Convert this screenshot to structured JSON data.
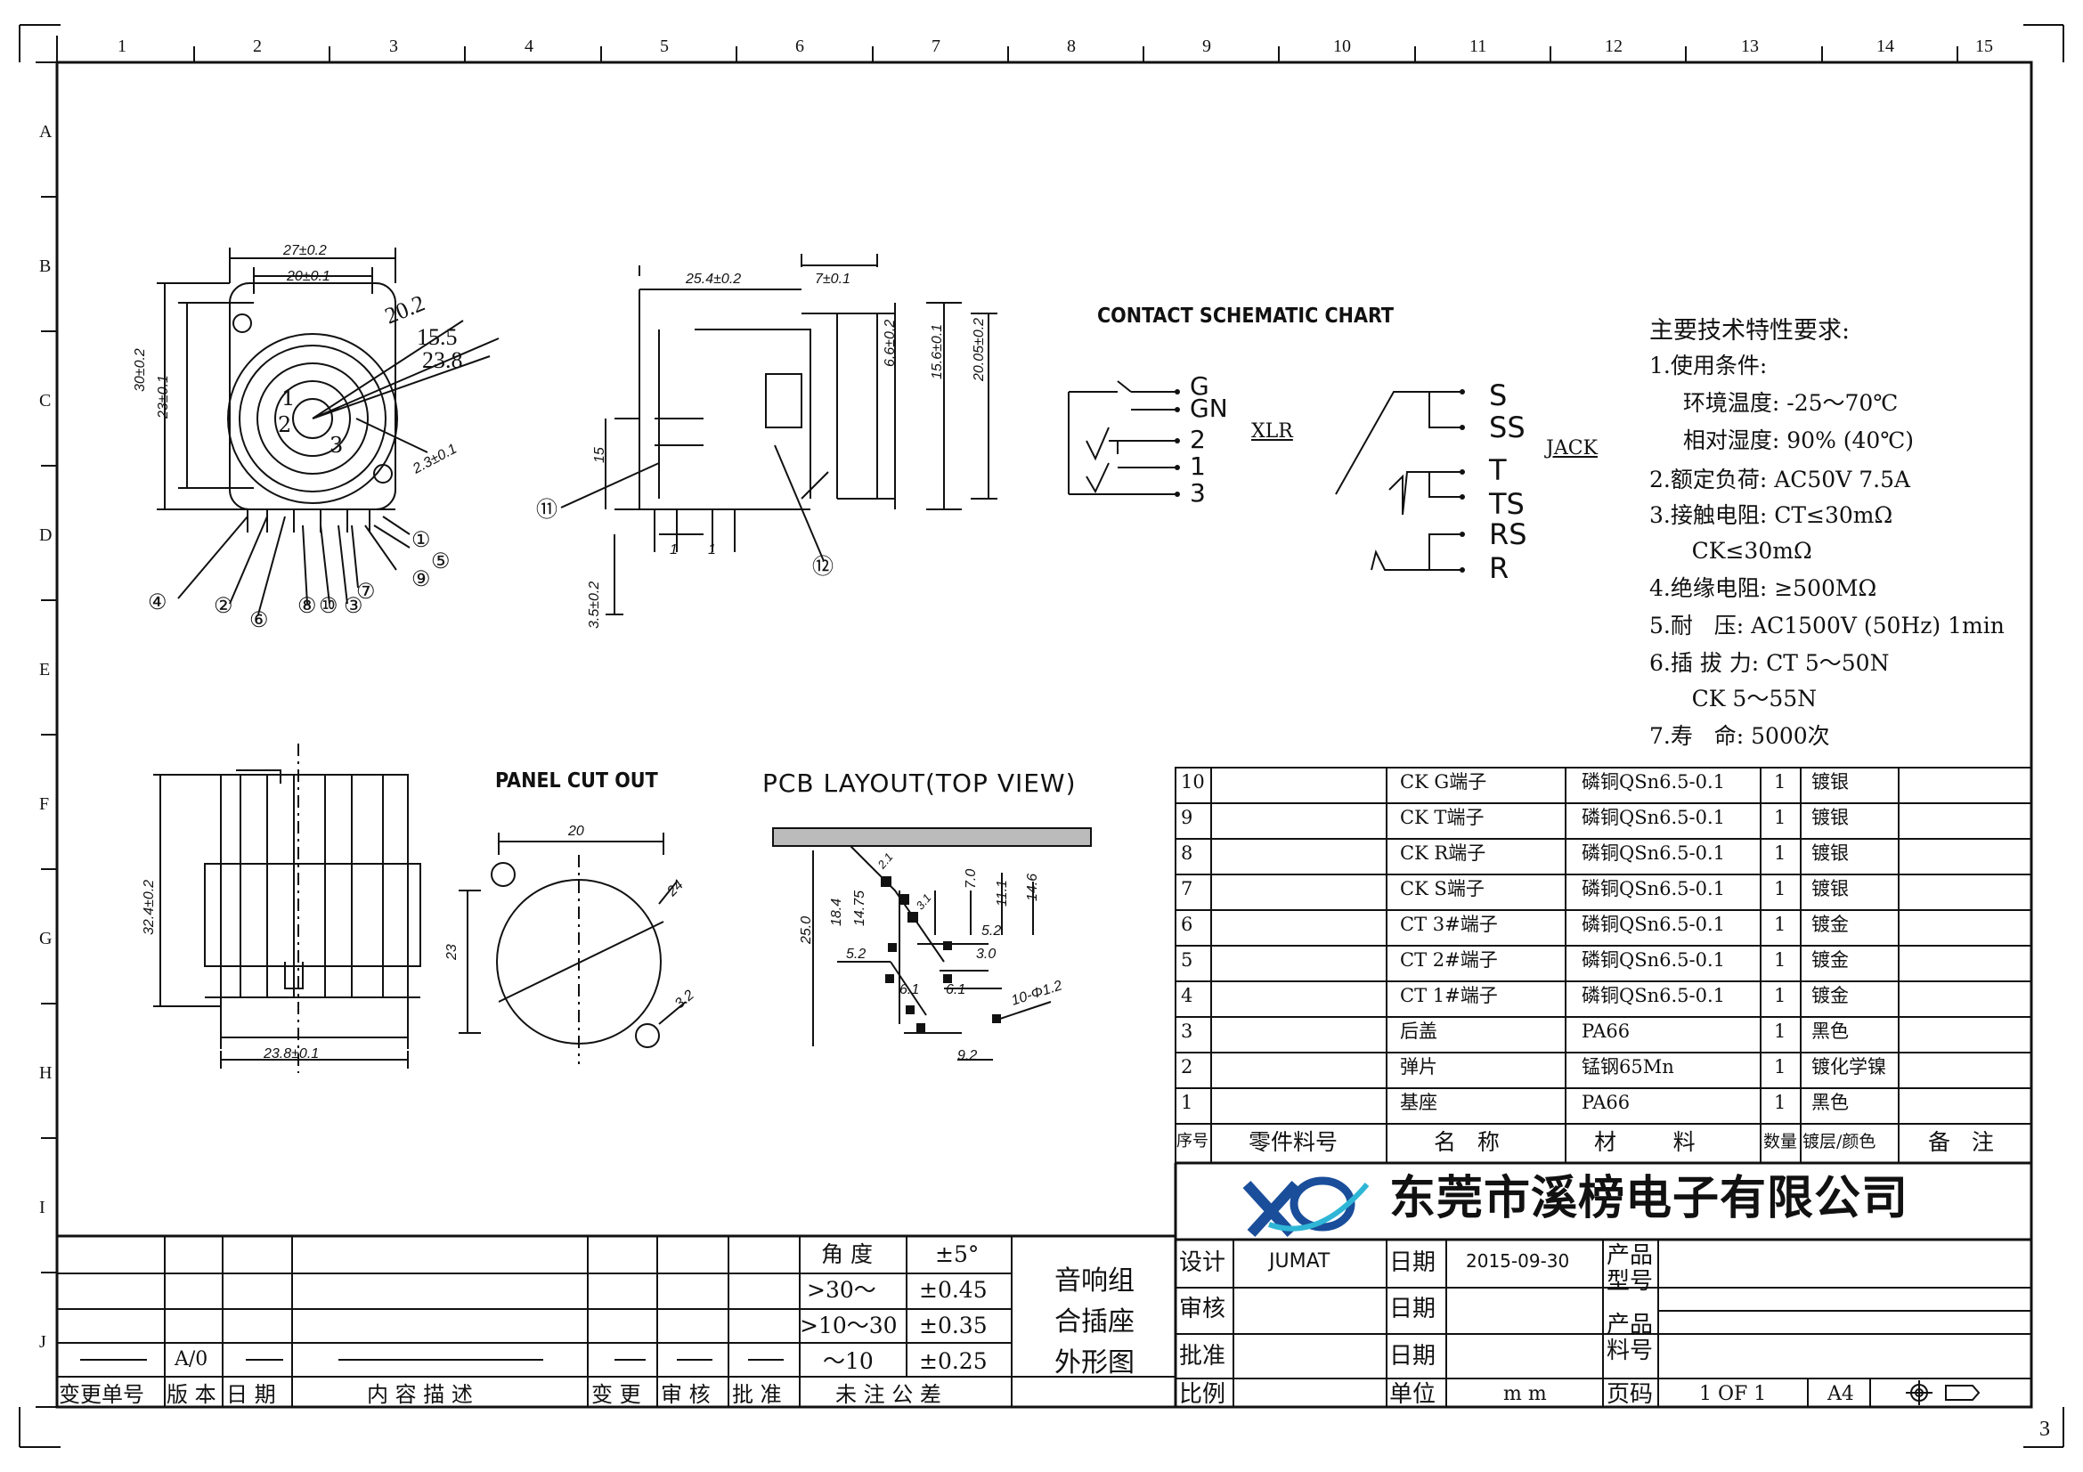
{
  "frame": {
    "columns": [
      "1",
      "2",
      "3",
      "4",
      "5",
      "6",
      "7",
      "8",
      "9",
      "10",
      "11",
      "12",
      "13",
      "14",
      "15"
    ],
    "rows": [
      "A",
      "B",
      "C",
      "D",
      "E",
      "F",
      "G",
      "H",
      "I",
      "J"
    ],
    "sheet_index": "3"
  },
  "front_view": {
    "dims": [
      "27±0.2",
      "20±0.1",
      "30±0.2",
      "23±0.1",
      "20.2",
      "15.5",
      "23.8",
      "2.3±0.1"
    ],
    "pin_digits": [
      "1",
      "2",
      "3"
    ],
    "callouts": [
      "①",
      "⑤",
      "⑨",
      "⑦",
      "③",
      "⑩",
      "⑧",
      "⑥",
      "②",
      "④"
    ]
  },
  "side_view": {
    "dims": [
      "25.4±0.2",
      "7±0.1",
      "6.6±0.2",
      "15.6±0.1",
      "20.05±0.2",
      "15",
      "1",
      "1",
      "3.5±0.2"
    ],
    "callouts": [
      "⑪",
      "⑫"
    ]
  },
  "bottom_view": {
    "dims": [
      "32.4±0.2",
      "23.8±0.1"
    ]
  },
  "panel_cut_out": {
    "title": "PANEL CUT OUT",
    "dims": [
      "20",
      "23",
      "24",
      "3.2"
    ]
  },
  "pcb_layout": {
    "title": "PCB LAYOUT(TOP VIEW)",
    "dims": [
      "25.0",
      "18.4",
      "14.75",
      "7.0",
      "11.1",
      "14.6",
      "5.2",
      "5.2",
      "3.0",
      "6.1",
      "6.1",
      "9.2",
      "10-Φ1.2",
      "2.1",
      "3.1"
    ]
  },
  "schematic": {
    "title": "CONTACT SCHEMATIC CHART",
    "xlr_label": "XLR",
    "xlr_pins": [
      "G",
      "GN",
      "2",
      "1",
      "3"
    ],
    "jack_label": "JACK",
    "jack_pins": [
      "S",
      "SS",
      "T",
      "TS",
      "RS",
      "R"
    ]
  },
  "specs": {
    "title": "主要技术特性要求:",
    "lines": [
      "1.使用条件:",
      "  环境温度: -25～70℃",
      "  相对湿度: 90% (40℃)",
      "2.额定负荷: AC50V 7.5A",
      "3.接触电阻: CT≤30mΩ",
      "      CK≤30mΩ",
      "4.绝缘电阻: ≥500MΩ",
      "5.耐   压: AC1500V (50Hz) 1min",
      "6.插 拔 力: CT 5～50N",
      "      CK 5～55N",
      "7.寿   命: 5000次"
    ]
  },
  "bom": {
    "header": [
      "序号",
      "零件料号",
      "名   称",
      "材        料",
      "数量",
      "镀层/颜色",
      "备   注"
    ],
    "rows": [
      [
        "10",
        "",
        "CK G端子",
        "磷铜QSn6.5-0.1",
        "1",
        "镀银",
        ""
      ],
      [
        "9",
        "",
        "CK T端子",
        "磷铜QSn6.5-0.1",
        "1",
        "镀银",
        ""
      ],
      [
        "8",
        "",
        "CK R端子",
        "磷铜QSn6.5-0.1",
        "1",
        "镀银",
        ""
      ],
      [
        "7",
        "",
        "CK S端子",
        "磷铜QSn6.5-0.1",
        "1",
        "镀银",
        ""
      ],
      [
        "6",
        "",
        "CT 3#端子",
        "磷铜QSn6.5-0.1",
        "1",
        "镀金",
        ""
      ],
      [
        "5",
        "",
        "CT 2#端子",
        "磷铜QSn6.5-0.1",
        "1",
        "镀金",
        ""
      ],
      [
        "4",
        "",
        "CT 1#端子",
        "磷铜QSn6.5-0.1",
        "1",
        "镀金",
        ""
      ],
      [
        "3",
        "",
        "后盖",
        "PA66",
        "1",
        "黑色",
        ""
      ],
      [
        "2",
        "",
        "弹片",
        "锰钢65Mn",
        "1",
        "镀化学镍",
        ""
      ],
      [
        "1",
        "",
        "基座",
        "PA66",
        "1",
        "黑色",
        ""
      ]
    ]
  },
  "company": {
    "name": "东莞市溪榜电子有限公司"
  },
  "title_block": {
    "design_label": "设计",
    "design_value": "JUMAT",
    "date_label": "日期",
    "date_value": "2015-09-30",
    "model_label": "产品型号",
    "review_label": "审核",
    "review_date_label": "日期",
    "part_label": "产品料号",
    "approve_label": "批准",
    "approve_date_label": "日期",
    "scale_label": "比例",
    "unit_label": "单位",
    "unit_value": "m m",
    "page_label": "页码",
    "page_value": "1 OF 1",
    "size_value": "A4",
    "product_name": [
      "音响组",
      "合插座",
      "外形图"
    ]
  },
  "revision": {
    "angle_label": "角 度",
    "angle_tol": "±5°",
    "r1_label": ">30～",
    "r1_tol": "±0.45",
    "r2_label": ">10～30",
    "r2_tol": "±0.35",
    "r3_label": "～10",
    "r3_tol": "±0.25",
    "version": "A/0",
    "headers": [
      "变更单号",
      "版 本",
      "日 期",
      "内 容 描 述",
      "变 更",
      "审 核",
      "批 准",
      "未 注 公 差"
    ]
  }
}
